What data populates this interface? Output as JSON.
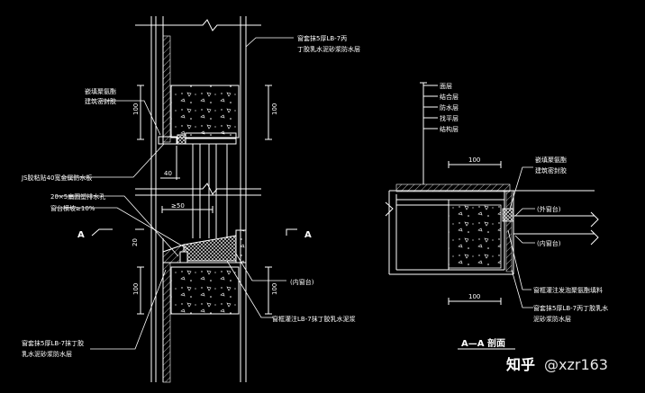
{
  "left_detail": {
    "labels": {
      "ext_waterproof": "窗套抹5厚LB-7丙",
      "ext_waterproof_2": "丁胶乳水泥砂浆防水层",
      "sealant": "嵌填聚氨酯",
      "sealant_2": "建筑密封胶",
      "js_strip": "JS胶粘贴40宽金属防水板",
      "drain_hole": "20×5扁圆塑排水孔",
      "sill_slope": "窗台横坡≥10%",
      "interior_sill": "(内窗台)",
      "inner_waterproof": "窗框灌注LB-7抹丁胶乳水泥浆",
      "bottom_waterproof": "窗套抹5厚LB-7抹丁胶",
      "bottom_waterproof_2": "乳水泥砂浆防水层"
    },
    "dims": {
      "d100_top_left": "100",
      "d100_top_right": "100",
      "d40": "40",
      "d50_top": "≥50",
      "d20": "20",
      "d100_bottom_left": "100",
      "d100_bottom_right": "100"
    },
    "section_marks": {
      "left": "A",
      "right": "A"
    }
  },
  "right_detail": {
    "layers": [
      "面层",
      "结合层",
      "防水层",
      "找平层",
      "结构层"
    ],
    "dims": {
      "d100_top": "100",
      "d100_bottom": "100"
    },
    "labels": {
      "sealant": "嵌填聚氨酯",
      "sealant_2": "建筑密封胶",
      "outer_sill": "(外窗台)",
      "inner_sill": "(内窗台)",
      "frame_inject": "窗框灌注发泡聚氨酯填料",
      "ext_waterproof": "窗套抹5厚LB-7丙丁胶乳水",
      "ext_waterproof_2": "泥砂浆防水层"
    },
    "section_title": "A—A 剖面"
  },
  "watermark": {
    "brand": "知乎",
    "handle": "@xzr163"
  },
  "colors": {
    "background": "#000000",
    "line": "#ffffff",
    "hatch": "#ffffff"
  }
}
